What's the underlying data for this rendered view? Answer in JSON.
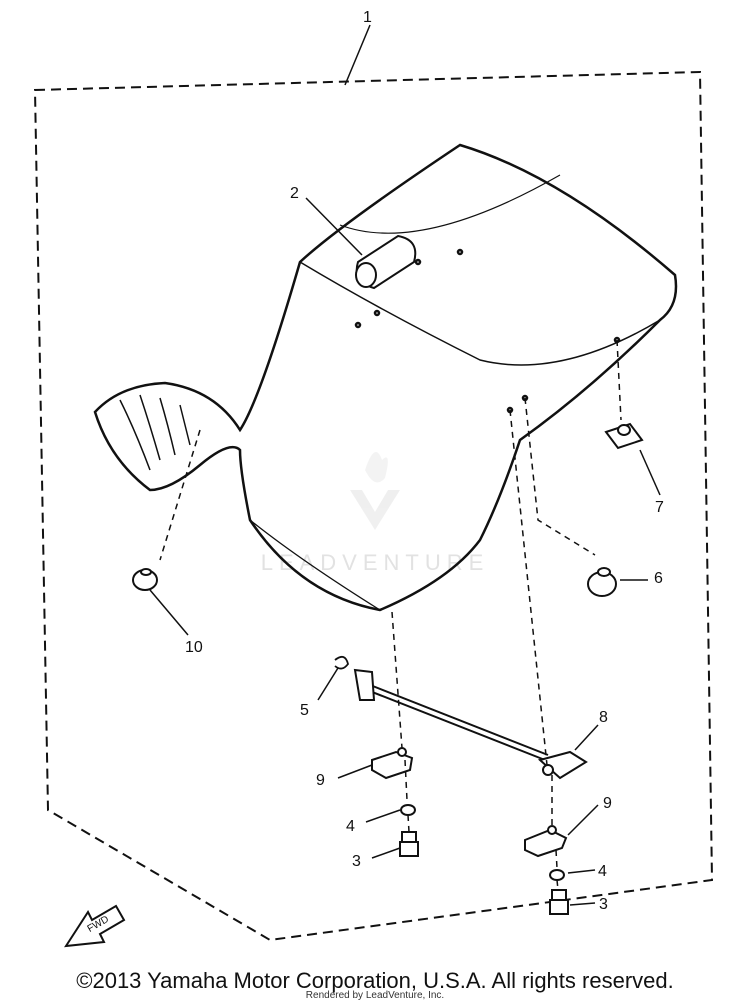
{
  "callouts": {
    "c1": "1",
    "c2": "2",
    "c3a": "3",
    "c3b": "3",
    "c4a": "4",
    "c4b": "4",
    "c5": "5",
    "c6": "6",
    "c7": "7",
    "c8": "8",
    "c9a": "9",
    "c9b": "9",
    "c10": "10"
  },
  "fwd_label": "FWD",
  "watermark": "LEADVENTURE",
  "footer": {
    "copyright": "©2013 Yamaha Motor Corporation, U.S.A. All rights reserved.",
    "rendered_by": "Rendered by LeadVenture, Inc."
  }
}
